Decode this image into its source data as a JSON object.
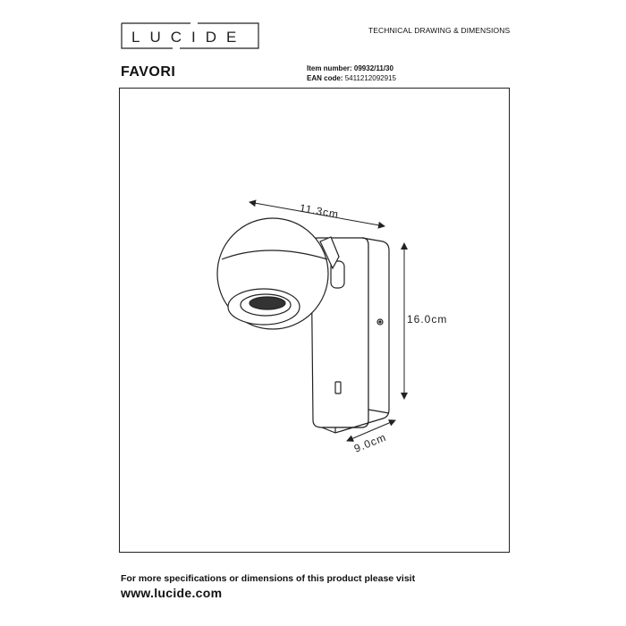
{
  "brand": {
    "logo_text": "LUCIDE"
  },
  "header": {
    "doc_type": "TECHNICAL DRAWING & DIMENSIONS"
  },
  "product": {
    "name": "FAVORI",
    "item_number_label": "Item number:",
    "item_number": "09932/11/30",
    "ean_label": "EAN code:",
    "ean": "5411212092915"
  },
  "dimensions": {
    "width": "11.3cm",
    "height": "16.0cm",
    "depth": "9.0cm"
  },
  "footer": {
    "note": "For more specifications or dimensions of this product please visit",
    "website": "www.lucide.com"
  }
}
